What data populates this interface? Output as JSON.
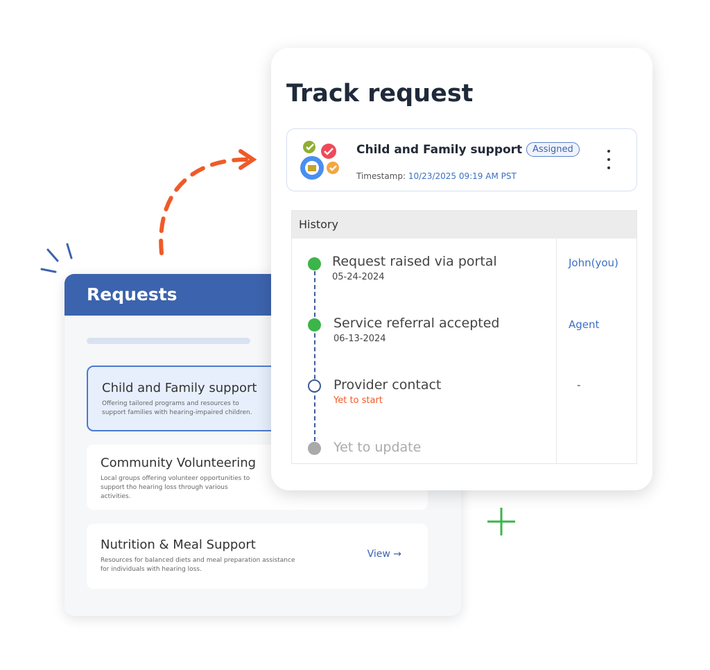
{
  "requests_panel": {
    "title": "Requests",
    "items": [
      {
        "title": "Child and Family support",
        "desc": "Offering tailored programs and resources to support families with hearing-impaired children."
      },
      {
        "title": "Community Volunteering",
        "desc": "Local groups offering volunteer opportunities to support tho hearing loss through various activities."
      },
      {
        "title": "Nutrition & Meal Support",
        "desc": "Resources for balanced diets and meal preparation assistance for individuals with hearing loss.",
        "action": "View →"
      }
    ]
  },
  "track": {
    "title": "Track request",
    "request_title": "Child and Family support",
    "status": "Assigned",
    "timestamp_label": "Timestamp:",
    "timestamp": "10/23/2025 09:19 AM PST",
    "history_label": "History",
    "steps": [
      {
        "title": "Request raised via portal",
        "date": "05-24-2024",
        "by": "John(you)"
      },
      {
        "title": "Service referral accepted",
        "date": "06-13-2024",
        "by": "Agent"
      },
      {
        "title": "Provider contact",
        "date": "Yet to start",
        "by": "-"
      },
      {
        "title": "Yet to update"
      }
    ]
  },
  "colors": {
    "primary": "#3c63ad",
    "done": "#3bb54a",
    "pending": "#f05a28",
    "inactive": "#aaaaaa"
  }
}
